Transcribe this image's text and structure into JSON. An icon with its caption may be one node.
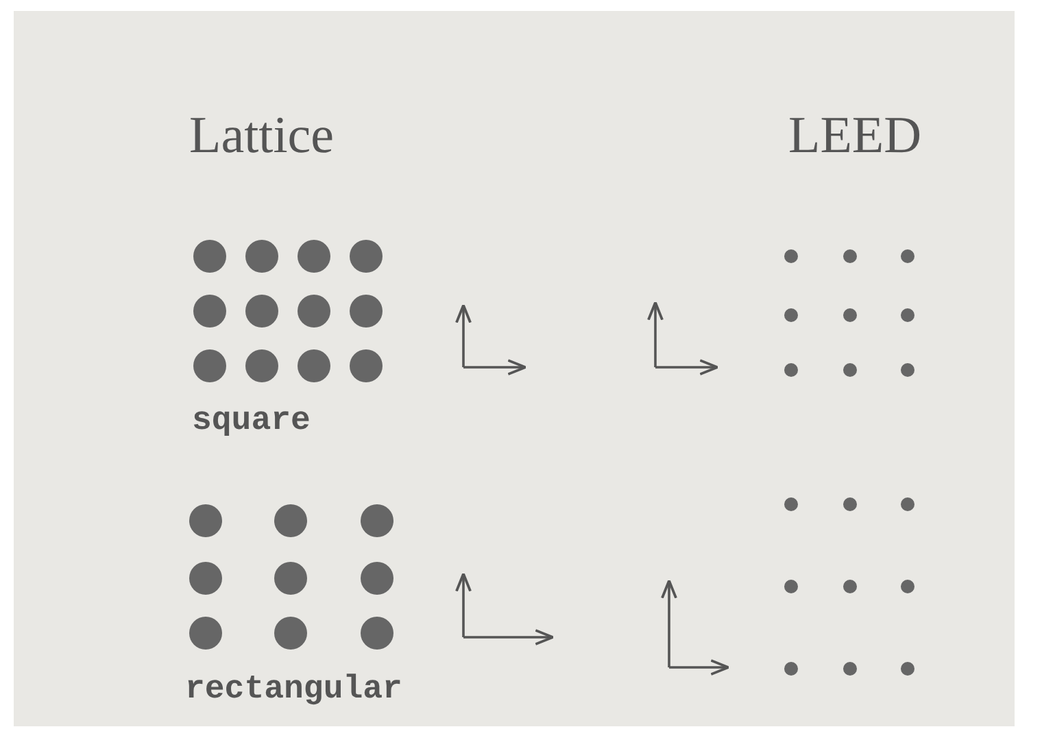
{
  "diagram": {
    "labels": [
      "Lattice",
      "LEED",
      "square",
      "rectangular"
    ]
  }
}
